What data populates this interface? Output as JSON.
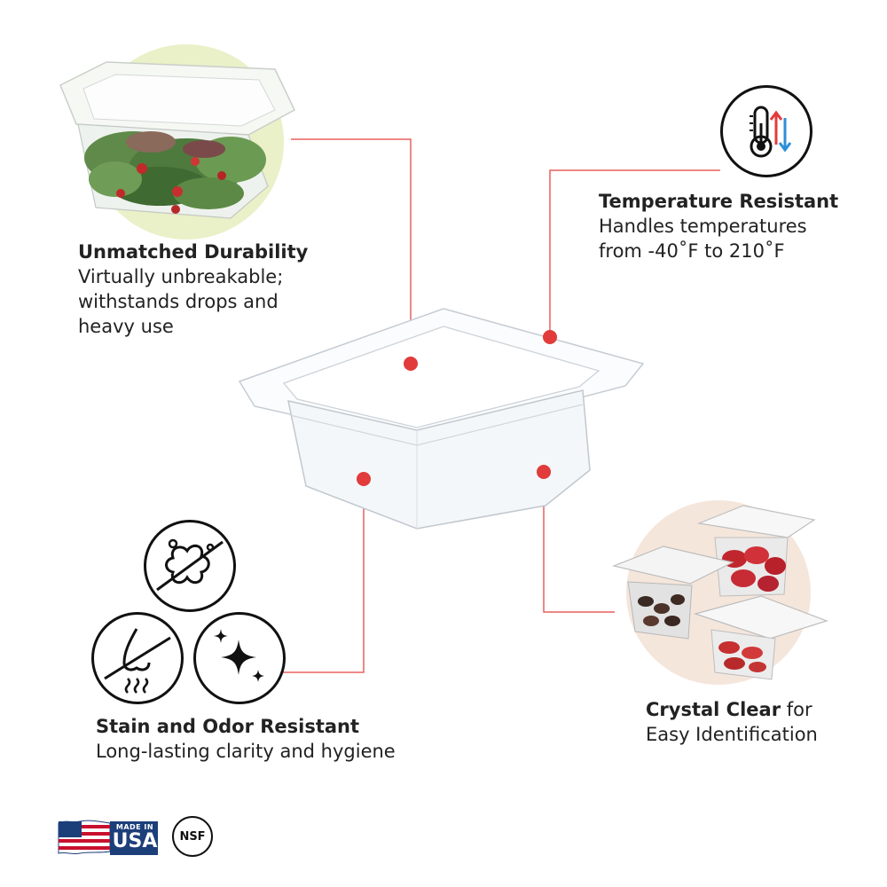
{
  "features": {
    "durability": {
      "title": "Unmatched Durability",
      "lines": [
        "Virtually unbreakable;",
        "withstands drops and",
        "heavy use"
      ]
    },
    "temperature": {
      "title": "Temperature Resistant",
      "lines": [
        "Handles temperatures",
        "from -40˚F to 210˚F"
      ]
    },
    "stain": {
      "title": "Stain and Odor Resistant",
      "lines": [
        "Long-lasting clarity and hygiene"
      ]
    },
    "clear": {
      "title_bold": "Crystal Clear",
      "title_rest": " for",
      "lines": [
        "Easy Identification"
      ]
    }
  },
  "badges": {
    "made_in_top": "MADE IN",
    "made_in_country": "USA",
    "nsf": "NSF"
  },
  "colors": {
    "accent_red": "#e23b3b",
    "connector": "#e8605f",
    "salad_bg": "#eaf0c8",
    "clear_bg": "#f5e6dc"
  },
  "icons": [
    "thermometer-icon",
    "stain-icon",
    "odor-icon",
    "sparkle-icon",
    "usa-flag-icon",
    "nsf-icon"
  ]
}
